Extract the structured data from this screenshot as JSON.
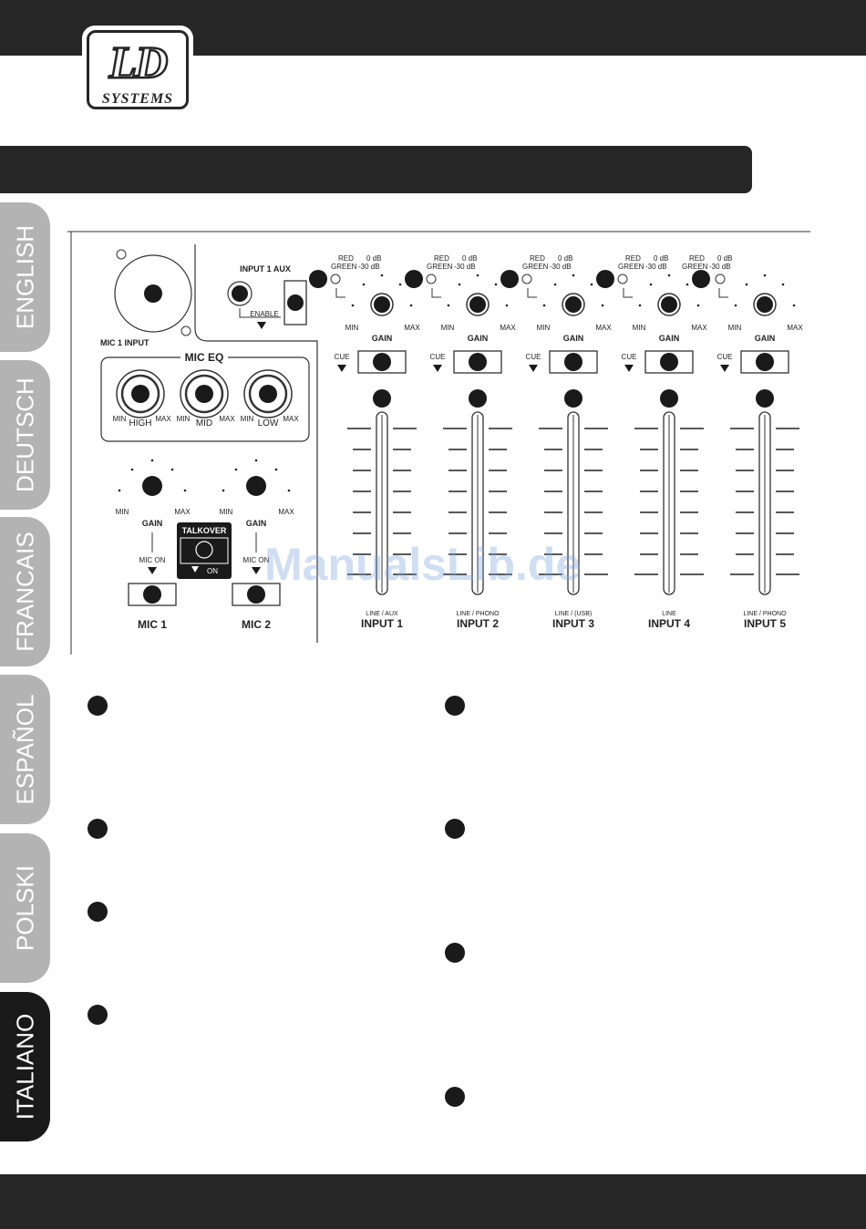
{
  "logo": {
    "ld": "LD",
    "systems": "SYSTEMS"
  },
  "tabs": [
    {
      "label": "ENGLISH",
      "active": false
    },
    {
      "label": "DEUTSCH",
      "active": false
    },
    {
      "label": "FRANCAIS",
      "active": false
    },
    {
      "label": "ESPAÑOL",
      "active": false
    },
    {
      "label": "POLSKI",
      "active": false
    },
    {
      "label": "ITALIANO",
      "active": true
    }
  ],
  "mic_section": {
    "mic1_input": "MIC 1 INPUT",
    "eq_title": "MIC EQ",
    "eq_bands": [
      "HIGH",
      "MID",
      "LOW"
    ],
    "min": "MIN",
    "max": "MAX",
    "gain": "GAIN",
    "mic_on": "MIC ON",
    "talkover": "TALKOVER",
    "on": "ON",
    "mic1": "MIC 1",
    "mic2": "MIC 2"
  },
  "aux": {
    "title": "INPUT 1 AUX",
    "enable": "ENABLE"
  },
  "channels": [
    {
      "name": "INPUT 1",
      "sub": "LINE / AUX"
    },
    {
      "name": "INPUT 2",
      "sub": "LINE / PHONO"
    },
    {
      "name": "INPUT 3",
      "sub": "LINE / (USB)"
    },
    {
      "name": "INPUT 4",
      "sub": "LINE"
    },
    {
      "name": "INPUT 5",
      "sub": "LINE / PHONO"
    }
  ],
  "channel_labels": {
    "red": "RED",
    "green": "GREEN",
    "zero_db": "0 dB",
    "minus30": "-30 dB",
    "cue": "CUE",
    "gain": "GAIN",
    "min": "MIN",
    "max": "MAX"
  },
  "watermark": "ManualsLib.de"
}
